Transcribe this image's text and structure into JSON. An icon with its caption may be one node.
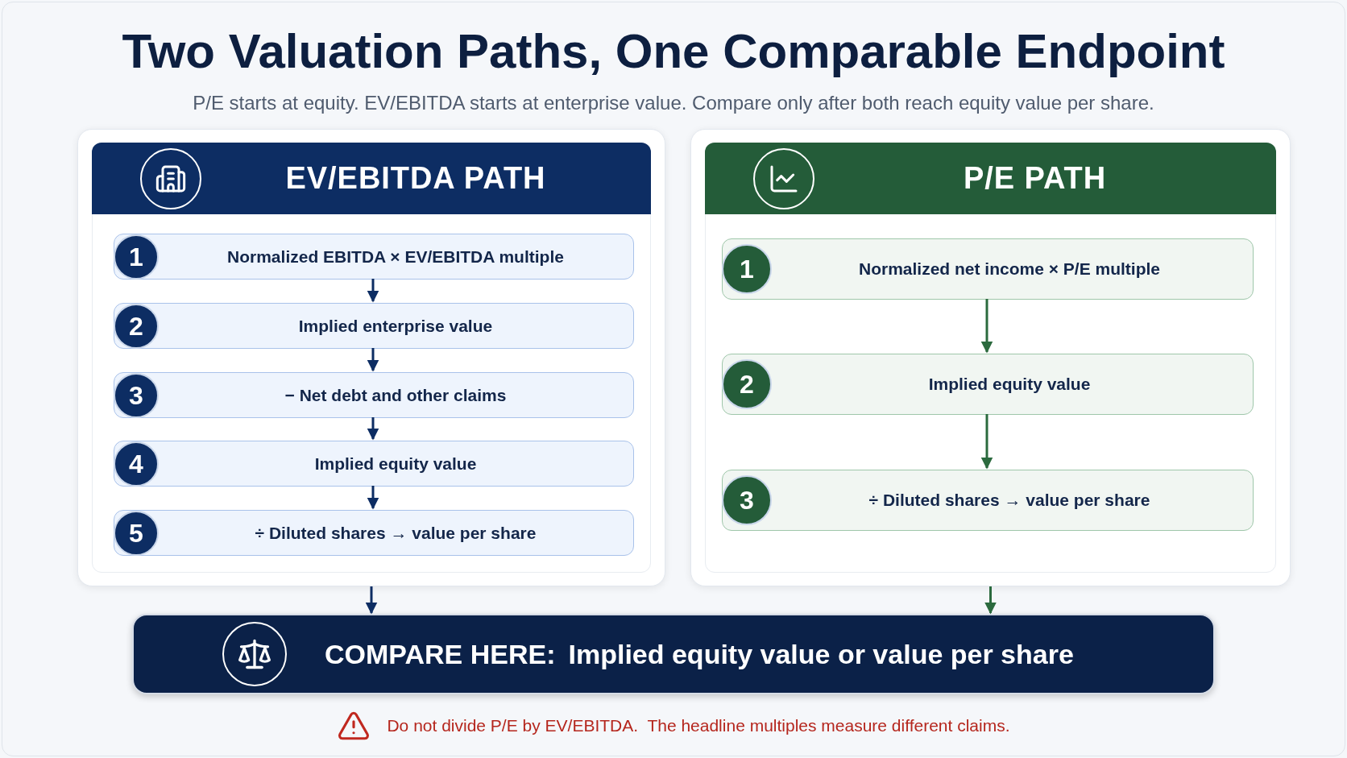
{
  "diagram": {
    "title": "Two Valuation Paths, One Comparable Endpoint",
    "nodes": [
      {
        "text": [
          "EV/EBITDA PATH"
        ]
      },
      {
        "text": [
          "1",
          "Normalized EBITDA × EV/EBITDA multiple"
        ],
        "in": 0
      },
      {
        "text": [
          "2",
          "Implied enterprise value"
        ],
        "in": 0
      },
      {
        "text": [
          "3",
          "− Net debt and other claims"
        ],
        "in": 0
      },
      {
        "text": [
          "4",
          "Implied equity value"
        ],
        "in": 0
      },
      {
        "text": [
          "5",
          "÷ Diluted shares → value per share"
        ],
        "in": 0
      },
      {
        "text": [
          "P/E PATH"
        ]
      },
      {
        "text": [
          "1",
          "Normalized net income × P/E multiple"
        ],
        "in": 6
      },
      {
        "text": [
          "2",
          "Implied equity value"
        ],
        "in": 6
      },
      {
        "text": [
          "3",
          "÷ Diluted shares → value per share"
        ],
        "in": 6
      },
      {
        "text": [
          "COMPARE HERE:",
          "Implied equity value or value per share"
        ]
      }
    ],
    "edges": [
      {
        "from": 1,
        "to": 2,
        "arrow": "to"
      },
      {
        "from": 2,
        "to": 3,
        "arrow": "to"
      },
      {
        "from": 3,
        "to": 4,
        "arrow": "to"
      },
      {
        "from": 4,
        "to": 5,
        "arrow": "to"
      },
      {
        "from": 7,
        "to": 8,
        "arrow": "to",
        "color": "#2b6a3e"
      },
      {
        "from": 8,
        "to": 9,
        "arrow": "to",
        "color": "#2b6a3e"
      },
      {
        "from": 0,
        "to": 10,
        "arrow": "to"
      },
      {
        "from": 6,
        "to": 10,
        "arrow": "to",
        "color": "#2b6a3e"
      }
    ],
    "labels": [
      "P/E starts at equity. EV/EBITDA starts at enterprise value. Compare only after both reach equity value per share.",
      "Do not divide P/E by EV/EBITDA.  The headline multiples measure different claims."
    ]
  }
}
